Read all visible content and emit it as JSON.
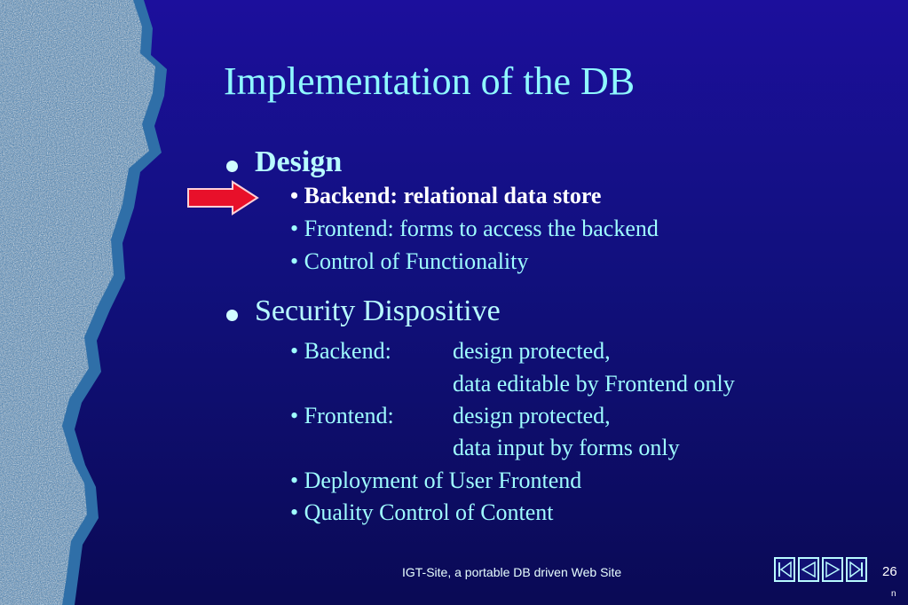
{
  "slide": {
    "title": "Implementation of the DB",
    "sections": [
      {
        "heading": "Design",
        "items": [
          "• Backend: relational data store",
          "• Frontend: forms to access the backend",
          "• Control of Functionality"
        ]
      },
      {
        "heading": "Security Dispositive",
        "rows": [
          {
            "label": "• Backend:",
            "value": "design protected,"
          },
          {
            "label": "",
            "value": "data editable by Frontend only"
          },
          {
            "label": "• Frontend:",
            "value": "design protected,"
          },
          {
            "label": "",
            "value": "data input by forms only"
          },
          {
            "label": "• Deployment of  User Frontend",
            "value": ""
          },
          {
            "label": "• Quality Control of Content",
            "value": ""
          }
        ]
      }
    ]
  },
  "footer": {
    "text": "IGT-Site, a portable DB driven Web Site",
    "page_number": "26",
    "mark": "n"
  },
  "nav": [
    "first-slide-icon",
    "previous-slide-icon",
    "next-slide-icon",
    "last-slide-icon"
  ],
  "colors": {
    "background": "#14108a",
    "title": "#8ff8ff",
    "text": "#9ffdff",
    "highlight": "#ffffff",
    "arrow": "#e8102a"
  }
}
